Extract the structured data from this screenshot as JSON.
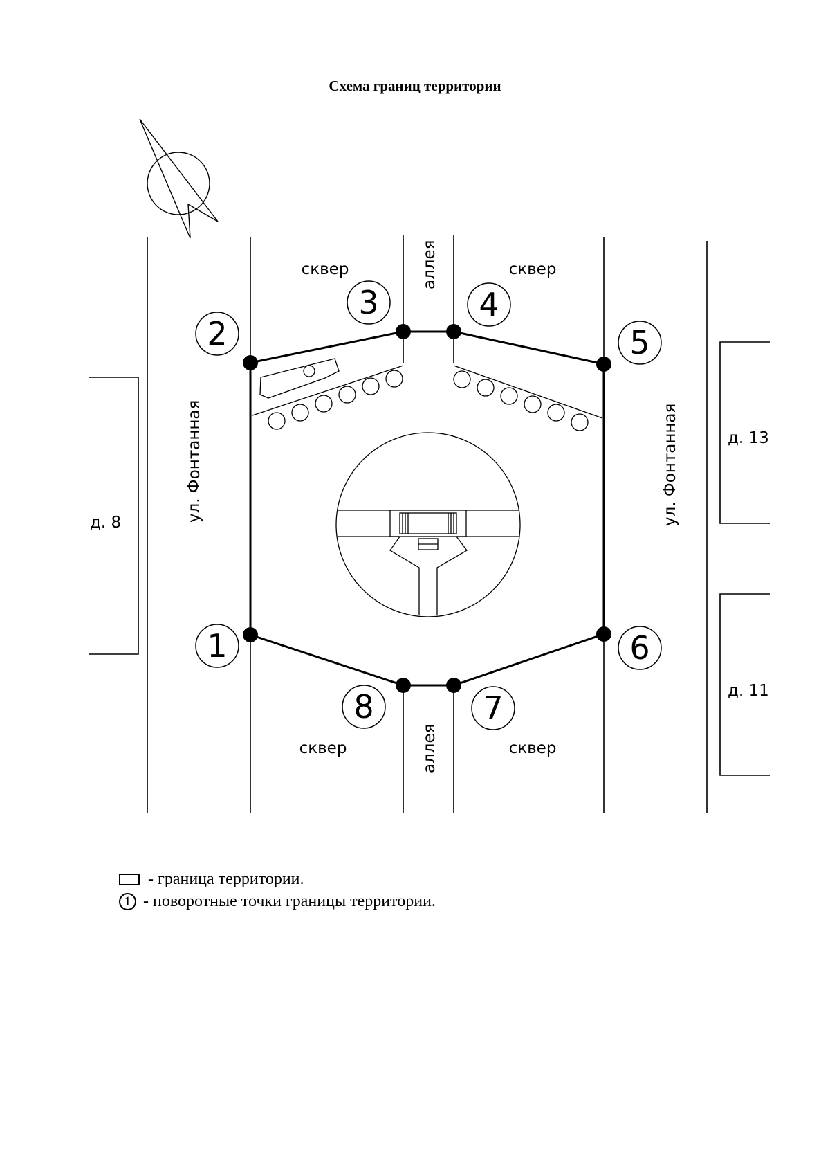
{
  "title": "Схема границ территории",
  "labels": {
    "street_left": "ул. Фонтанная",
    "street_right": "ул. Фонтанная",
    "alley_top": "аллея",
    "alley_bottom": "аллея",
    "square_top_left": "сквер",
    "square_top_right": "сквер",
    "square_bottom_left": "сквер",
    "square_bottom_right": "сквер",
    "building_left": "д. 8",
    "building_right_top": "д. 13",
    "building_right_bottom": "д. 11"
  },
  "points": [
    {
      "number": "1"
    },
    {
      "number": "2"
    },
    {
      "number": "3"
    },
    {
      "number": "4"
    },
    {
      "number": "5"
    },
    {
      "number": "6"
    },
    {
      "number": "7"
    },
    {
      "number": "8"
    }
  ],
  "legend": {
    "boundary": "- граница территории.",
    "points": "- поворотные точки границы территории.",
    "points_sample": "1"
  }
}
